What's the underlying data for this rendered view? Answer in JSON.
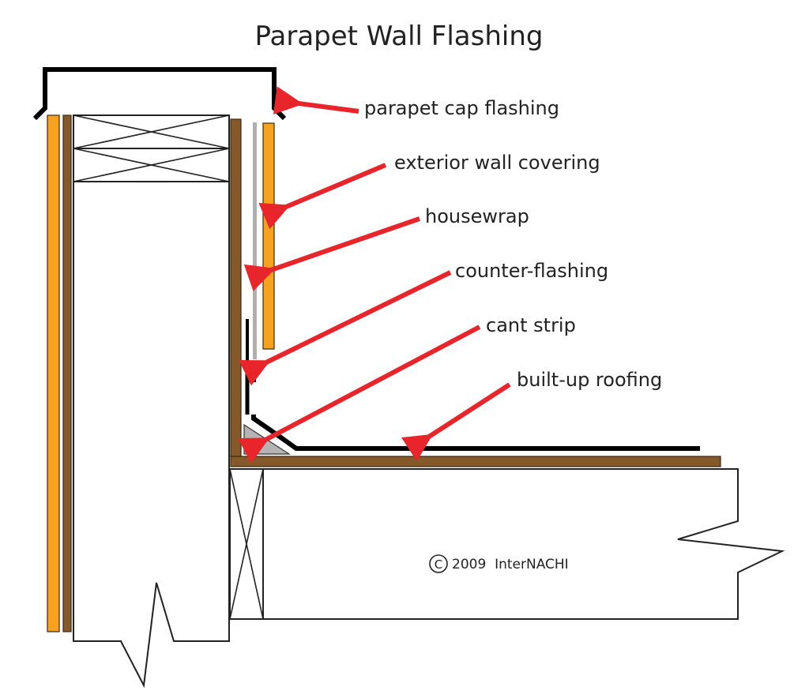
{
  "title": "Parapet Wall Flashing",
  "labels": {
    "parapet_cap_flashing": "parapet cap flashing",
    "exterior_wall_covering": "exterior wall covering",
    "housewrap": "housewrap",
    "counter_flashing": "counter-flashing",
    "cant_strip": "cant strip",
    "built_up_roofing": "built-up roofing"
  },
  "copyright": {
    "symbol": "C",
    "text": "2009  InterNACHI"
  },
  "colors": {
    "siding": "#F6A21E",
    "sheathing": "#85592A",
    "housewrap": "#AFAFAF",
    "cant_strip": "#B4B4B4",
    "flashing": "#000000",
    "arrow": "#E8252B"
  }
}
